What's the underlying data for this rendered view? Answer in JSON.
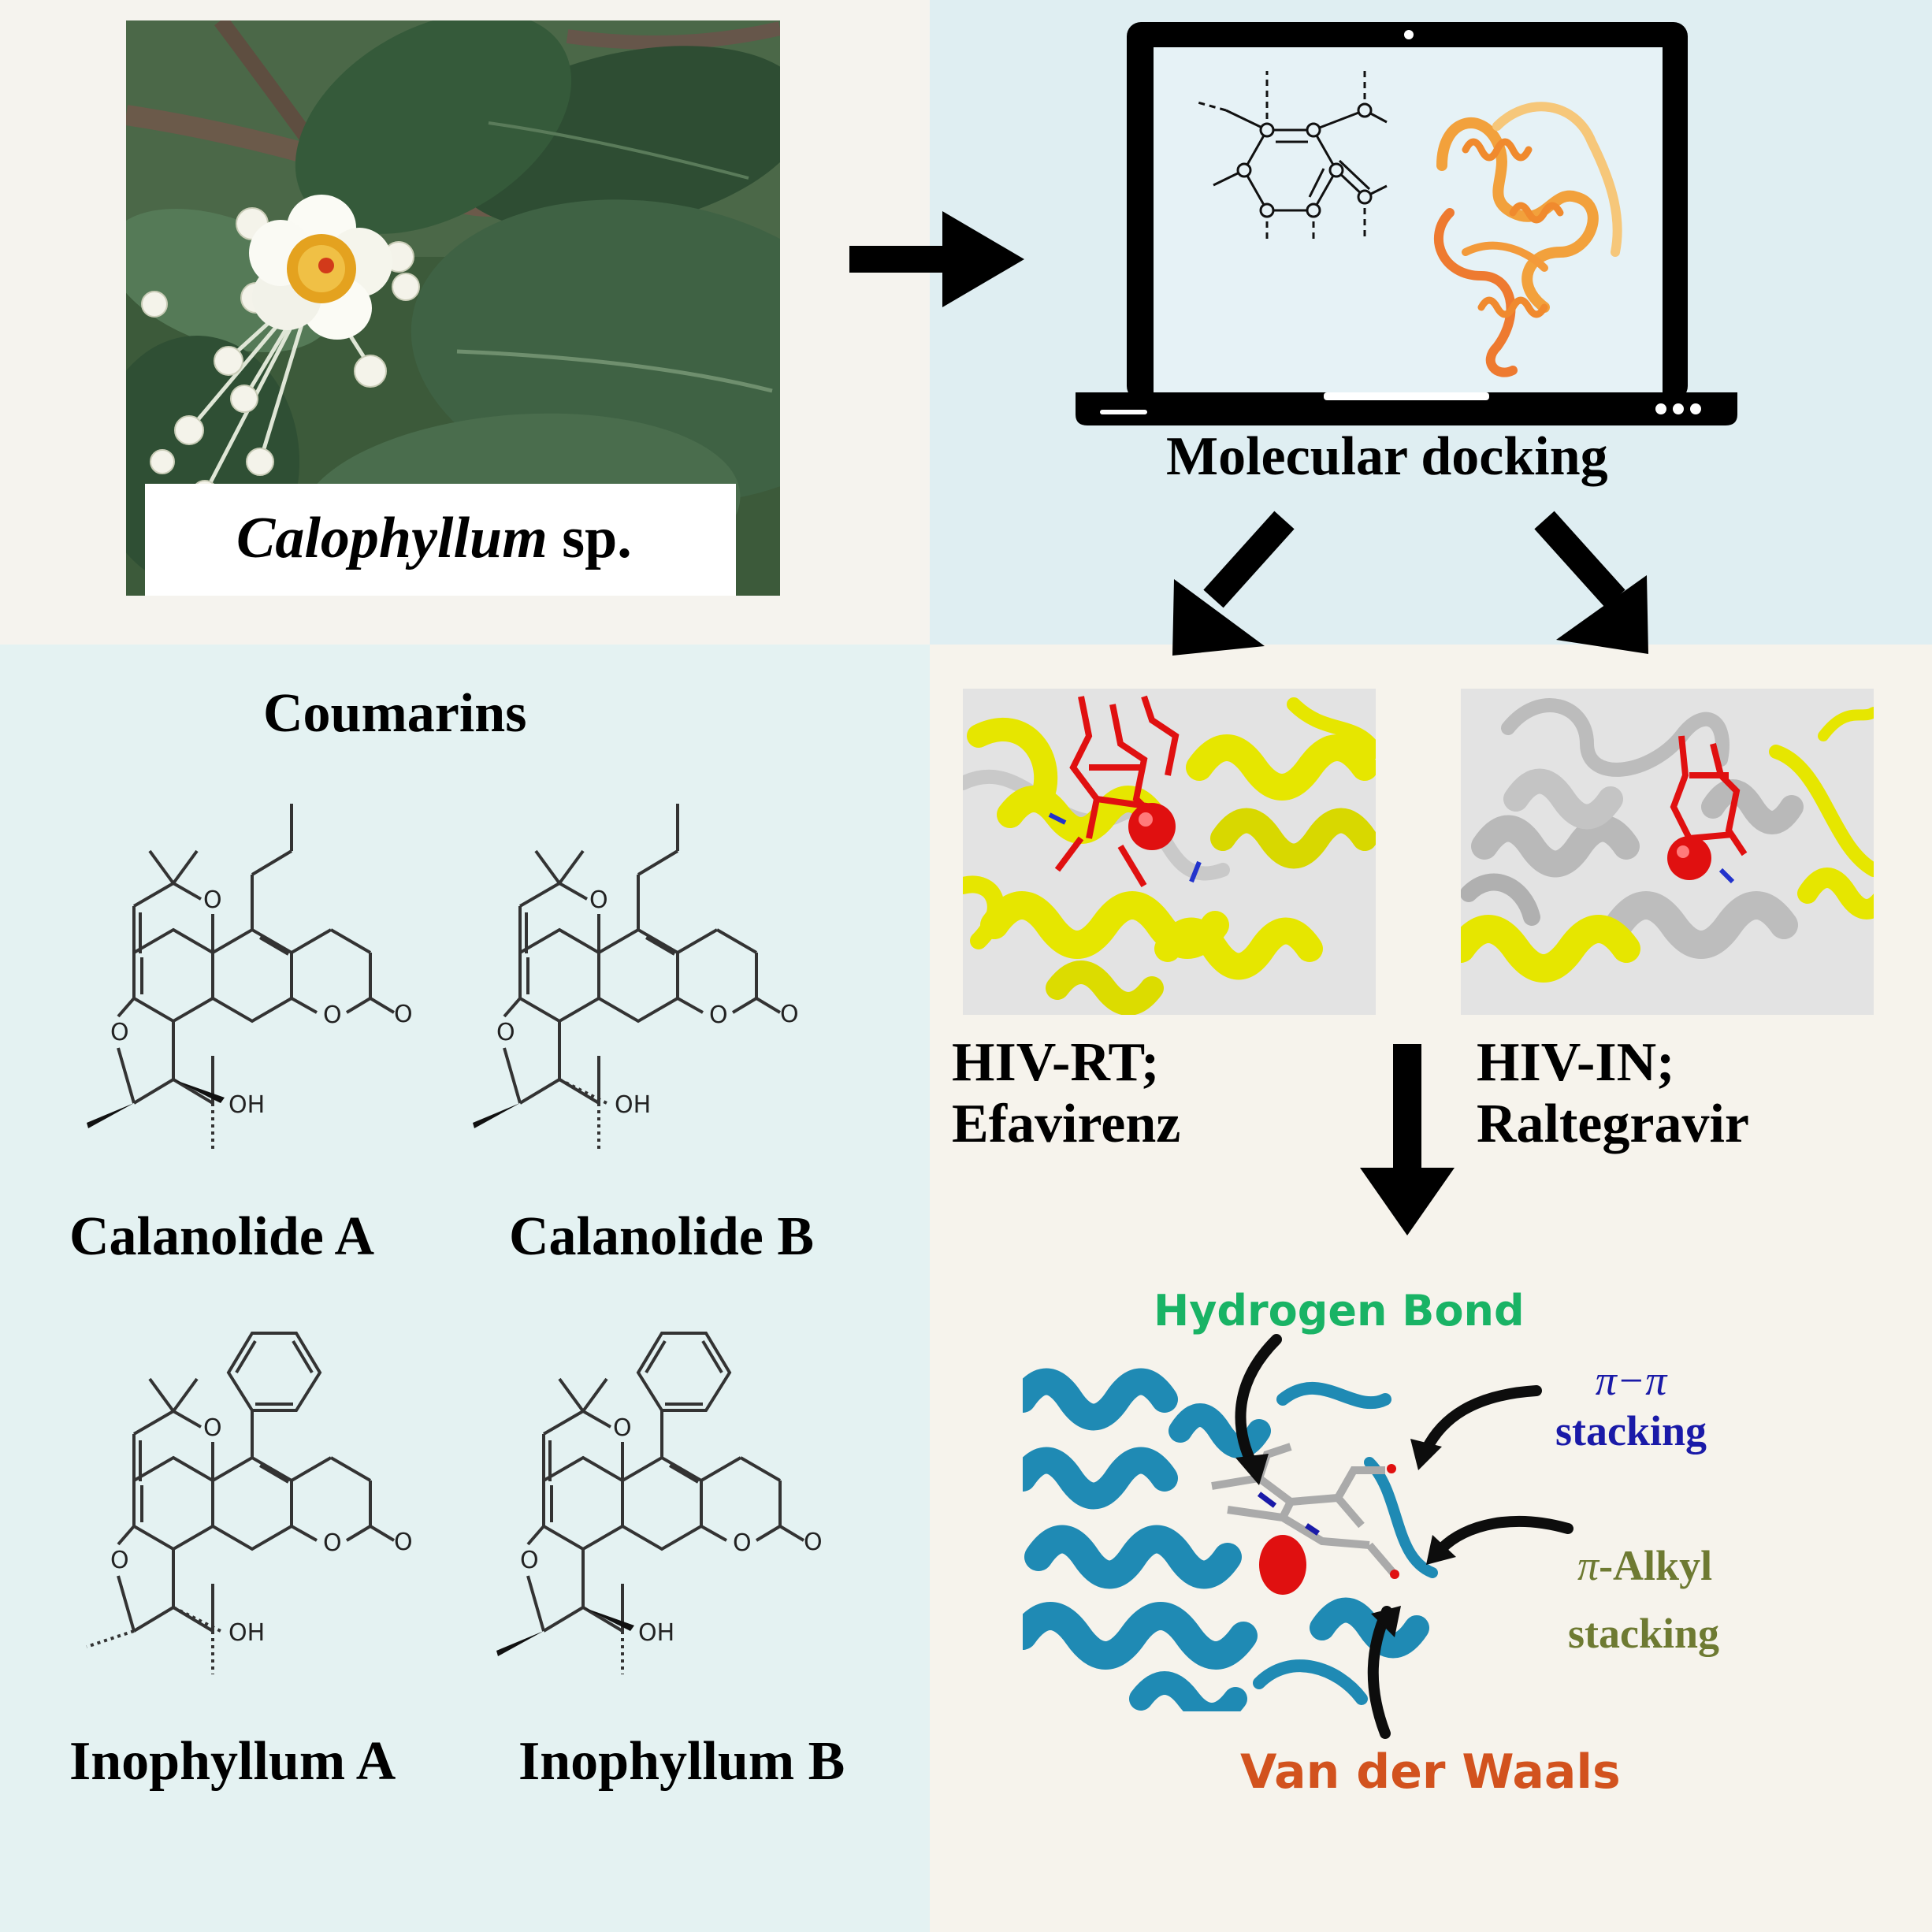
{
  "plant": {
    "genus": "Calophyllum",
    "suffix": " sp."
  },
  "docking": {
    "label": "Molecular docking"
  },
  "coumarins": {
    "heading": "Coumarins",
    "compounds": [
      {
        "name": "Calanolide A",
        "oh": "OH",
        "o": "O"
      },
      {
        "name": "Calanolide B",
        "oh": "OH",
        "o": "O"
      },
      {
        "name": "Inophyllum A",
        "oh": "OH",
        "o": "O"
      },
      {
        "name": "Inophyllum B",
        "oh": "OH",
        "o": "O"
      }
    ]
  },
  "targets": [
    {
      "line1": "HIV-RT;",
      "line2": "Efavirenz"
    },
    {
      "line1": "HIV-IN;",
      "line2": "Raltegravir"
    }
  ],
  "interactions": {
    "hydrogen_bond": "Hydrogen Bond",
    "pi_pi_symbol": "π−π",
    "pi_pi_word": "stacking",
    "pi_alkyl_symbol": "π",
    "pi_alkyl_rest": "-Alkyl",
    "pi_alkyl_word": "stacking",
    "vdw": "Van der Waals"
  },
  "colors": {
    "hydrogen_bond": "#19b365",
    "pi_pi": "#1a1aa8",
    "pi_alkyl": "#6e7a32",
    "vdw": "#d2521e",
    "protein_blue": "#1f8ab4",
    "helix_yellow": "#e6e600",
    "helix_grey": "#b9b9b9",
    "ligand_red": "#e01010",
    "orange_protein": "#f2a13c"
  }
}
